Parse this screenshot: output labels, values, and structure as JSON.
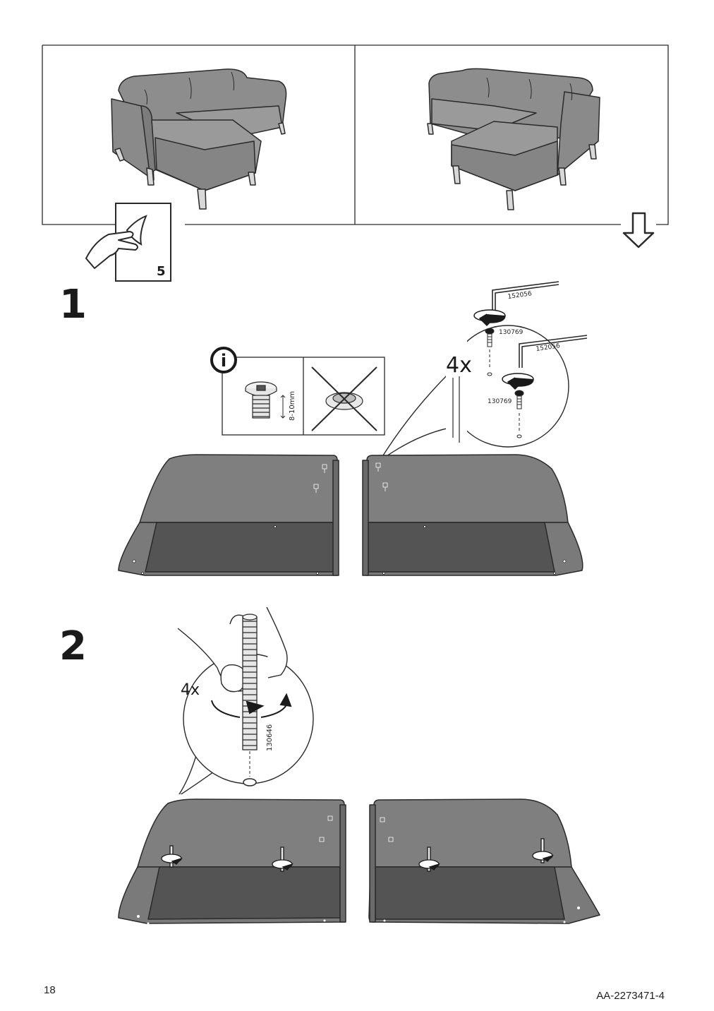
{
  "page": {
    "number": "18",
    "document_code": "AA-2273471-4"
  },
  "intro": {
    "page_reference": "5"
  },
  "step1": {
    "number": "1",
    "info_icon_label": "i",
    "screw_length": "8-10mm",
    "quantity": "4x",
    "parts": {
      "allen_key_top": "152056",
      "screw_top": "130769",
      "allen_key_bottom": "152056",
      "screw_bottom": "130769"
    }
  },
  "step2": {
    "number": "2",
    "quantity": "4x",
    "part": "130646"
  },
  "colors": {
    "cushion": "#8a8a8a",
    "panel_top": "#7f7f7f",
    "panel_dark": "#545454",
    "outline": "#2a2a2a"
  }
}
